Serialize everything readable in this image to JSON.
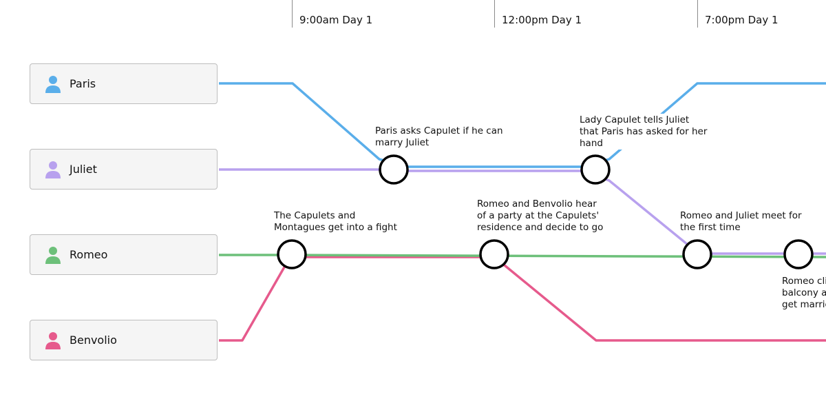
{
  "timeline": {
    "times": [
      "9:00am Day 1",
      "12:00pm Day 1",
      "7:00pm Day 1"
    ]
  },
  "characters": [
    {
      "name": "Paris",
      "color": "#5aaeea",
      "icon": "person-icon"
    },
    {
      "name": "Juliet",
      "color": "#b8a1ee",
      "icon": "person-icon"
    },
    {
      "name": "Romeo",
      "color": "#6dc07a",
      "icon": "person-icon"
    },
    {
      "name": "Benvolio",
      "color": "#e65a8c",
      "icon": "person-icon"
    }
  ],
  "events": [
    {
      "lines": [
        "The Capulets and",
        "Montagues get into a fight"
      ],
      "characters": [
        "Romeo",
        "Benvolio"
      ]
    },
    {
      "lines": [
        "Paris asks Capulet if he can",
        "marry Juliet"
      ],
      "characters": [
        "Paris",
        "Juliet"
      ]
    },
    {
      "lines": [
        "Romeo and Benvolio hear",
        "of a party at the Capulets'",
        "residence and decide to go"
      ],
      "characters": [
        "Romeo",
        "Benvolio"
      ]
    },
    {
      "lines": [
        "Lady Capulet tells Juliet",
        "that Paris has asked for her",
        "hand"
      ],
      "characters": [
        "Paris",
        "Juliet"
      ]
    },
    {
      "lines": [
        "Romeo and Juliet meet for",
        "the first time"
      ],
      "characters": [
        "Romeo",
        "Juliet"
      ]
    },
    {
      "lines": [
        "Romeo cli",
        "balcony a",
        "get marrie"
      ],
      "characters": [
        "Romeo",
        "Juliet"
      ]
    }
  ]
}
